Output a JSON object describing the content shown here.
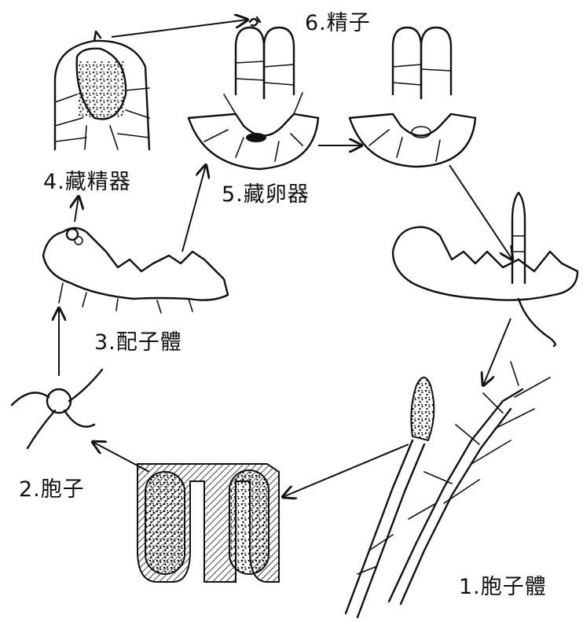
{
  "diagram": {
    "stages": [
      {
        "id": "sporophyte",
        "label": "1.胞子體"
      },
      {
        "id": "spore",
        "label": "2.胞子"
      },
      {
        "id": "gametophyte",
        "label": "3.配子體"
      },
      {
        "id": "antheridium",
        "label": "4.藏精器"
      },
      {
        "id": "archegonium",
        "label": "5.藏卵器"
      },
      {
        "id": "sperm",
        "label": "6.精子"
      }
    ],
    "colors": {
      "ink": "#111111",
      "background": "#ffffff"
    }
  }
}
